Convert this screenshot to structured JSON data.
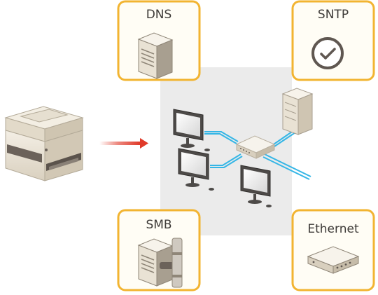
{
  "cards": {
    "dns": {
      "label": "DNS"
    },
    "sntp": {
      "label": "SNTP"
    },
    "smb": {
      "label": "SMB"
    },
    "ethernet": {
      "label": "Ethernet"
    }
  },
  "colors": {
    "card_border": "#f2b431",
    "card_fill": "#fffdf5",
    "network_bg": "#ebebeb",
    "cable": "#35b6e6",
    "arrow": "#e03a2a",
    "machine_body": "#e8e1d2",
    "machine_dark": "#6b625a"
  },
  "icons": {
    "dns": "server-icon",
    "sntp": "clock-icon",
    "smb": "server-with-pipe-icon",
    "ethernet": "network-hub-icon",
    "device": "multifunction-printer-icon"
  }
}
